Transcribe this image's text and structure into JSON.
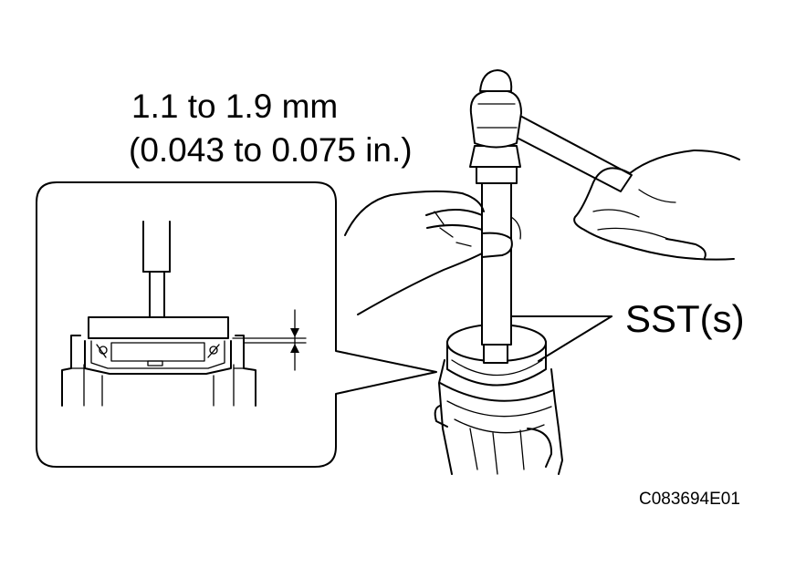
{
  "labels": {
    "clearance_mm": "1.1 to 1.9 mm",
    "clearance_in": "(0.043 to 0.075 in.)",
    "tool": "SST(s)",
    "figure_code": "C083694E01"
  },
  "colors": {
    "line": "#000000",
    "background": "#ffffff"
  }
}
